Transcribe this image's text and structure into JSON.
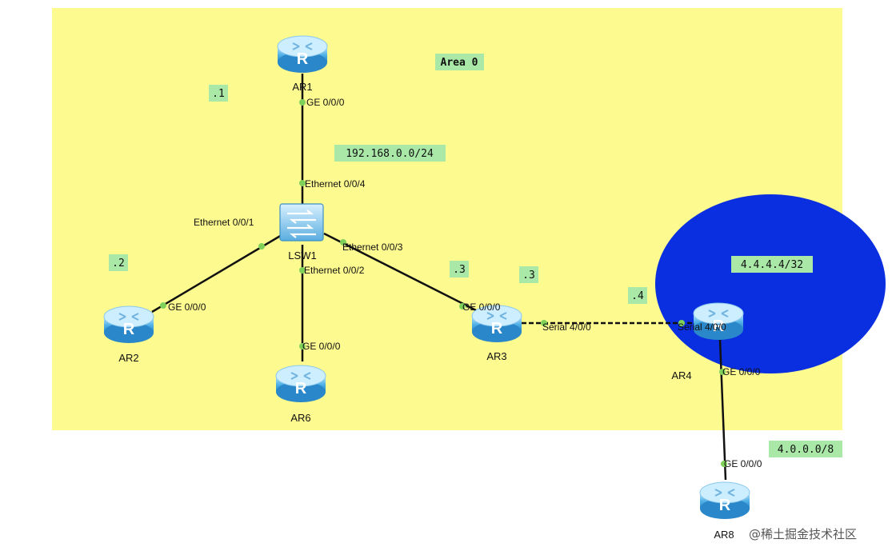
{
  "colors": {
    "area_fill": "#fdfb8f",
    "stub_area_fill": "#0a2fe0",
    "tag_fill": "#a9e8a6",
    "link": "#111111",
    "port_dot": "#7fd15a",
    "router_body": "#3aa2e0"
  },
  "area_label": "Area 0",
  "stub_label": "4.4.4.4/32",
  "network_labels": {
    "lan": "192.168.0.0/24",
    "ext": "4.0.0.0/8"
  },
  "host_tags": {
    "ar1": ".1",
    "ar2": ".2",
    "ar3_left": ".3",
    "ar3_right": ".3",
    "ar4": ".4"
  },
  "devices": {
    "ar1": {
      "name": "AR1",
      "icon": "router-icon"
    },
    "ar2": {
      "name": "AR2",
      "icon": "router-icon"
    },
    "ar3": {
      "name": "AR3",
      "icon": "router-icon"
    },
    "ar4": {
      "name": "AR4",
      "icon": "router-icon"
    },
    "ar6": {
      "name": "AR6",
      "icon": "router-icon"
    },
    "ar8": {
      "name": "AR8",
      "icon": "router-icon"
    },
    "lsw1": {
      "name": "LSW1",
      "icon": "switch-icon"
    }
  },
  "ports": {
    "ar1_ge": "GE 0/0/0",
    "lsw_e4": "Ethernet 0/0/4",
    "lsw_e1": "Ethernet 0/0/1",
    "lsw_e2": "Ethernet 0/0/2",
    "lsw_e3": "Ethernet 0/0/3",
    "ar2_ge": "GE 0/0/0",
    "ar6_ge": "GE 0/0/0",
    "ar3_ge": "GE 0/0/0",
    "ar3_serial": "Serial 4/0/0",
    "ar4_serial": "Serial 4/0/0",
    "ar4_ge": "GE 0/0/0",
    "ar8_ge": "GE 0/0/0"
  },
  "watermark": "@稀土掘金技术社区"
}
